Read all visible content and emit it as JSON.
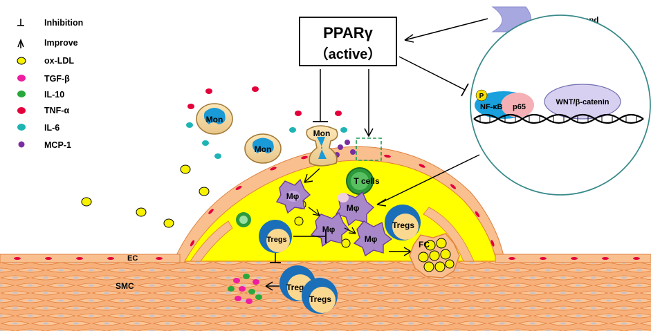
{
  "legend": {
    "inhibition": "Inhibition",
    "improve": "Improve",
    "ox_ldl": "ox-LDL",
    "tgf_beta": "TGF-β",
    "il10": "IL-10",
    "tnf_alpha": "TNF-α",
    "il6": "IL-6",
    "mcp1": "MCP-1"
  },
  "center_box": {
    "title": "PPARγ",
    "subtitle": "（active）"
  },
  "ligand_label": "PPARγ Ligand",
  "nucleus": {
    "phospho": "P",
    "nfkb": "NF-κB",
    "p65": "p65",
    "wnt": "WNT/β-catenin"
  },
  "cells": {
    "mon1": "Mon",
    "mon2": "Mon",
    "mon3": "Mon",
    "tcells": "T cells",
    "mphi1": "Mφ",
    "mphi2": "Mφ",
    "mphi3": "Mφ",
    "mphi4": "Mφ",
    "tregs1": "Tregs",
    "tregs2": "Tregs",
    "tregs3": "Tregs",
    "tregs4": "Tregs",
    "fc": "FC",
    "ec": "EC",
    "smc": "SMC"
  },
  "colors": {
    "ox_ldl": "#f7f200",
    "tgf_beta": "#ee1ea0",
    "il10": "#28a83c",
    "tnf_alpha": "#e4003a",
    "il6": "#1eb4b4",
    "mcp1": "#7a2ea0",
    "plaque": "#ffff00",
    "cell_fill": "#f9bf8e",
    "tregs_blue": "#1a6fb8",
    "macrophage": "#a888c8"
  }
}
